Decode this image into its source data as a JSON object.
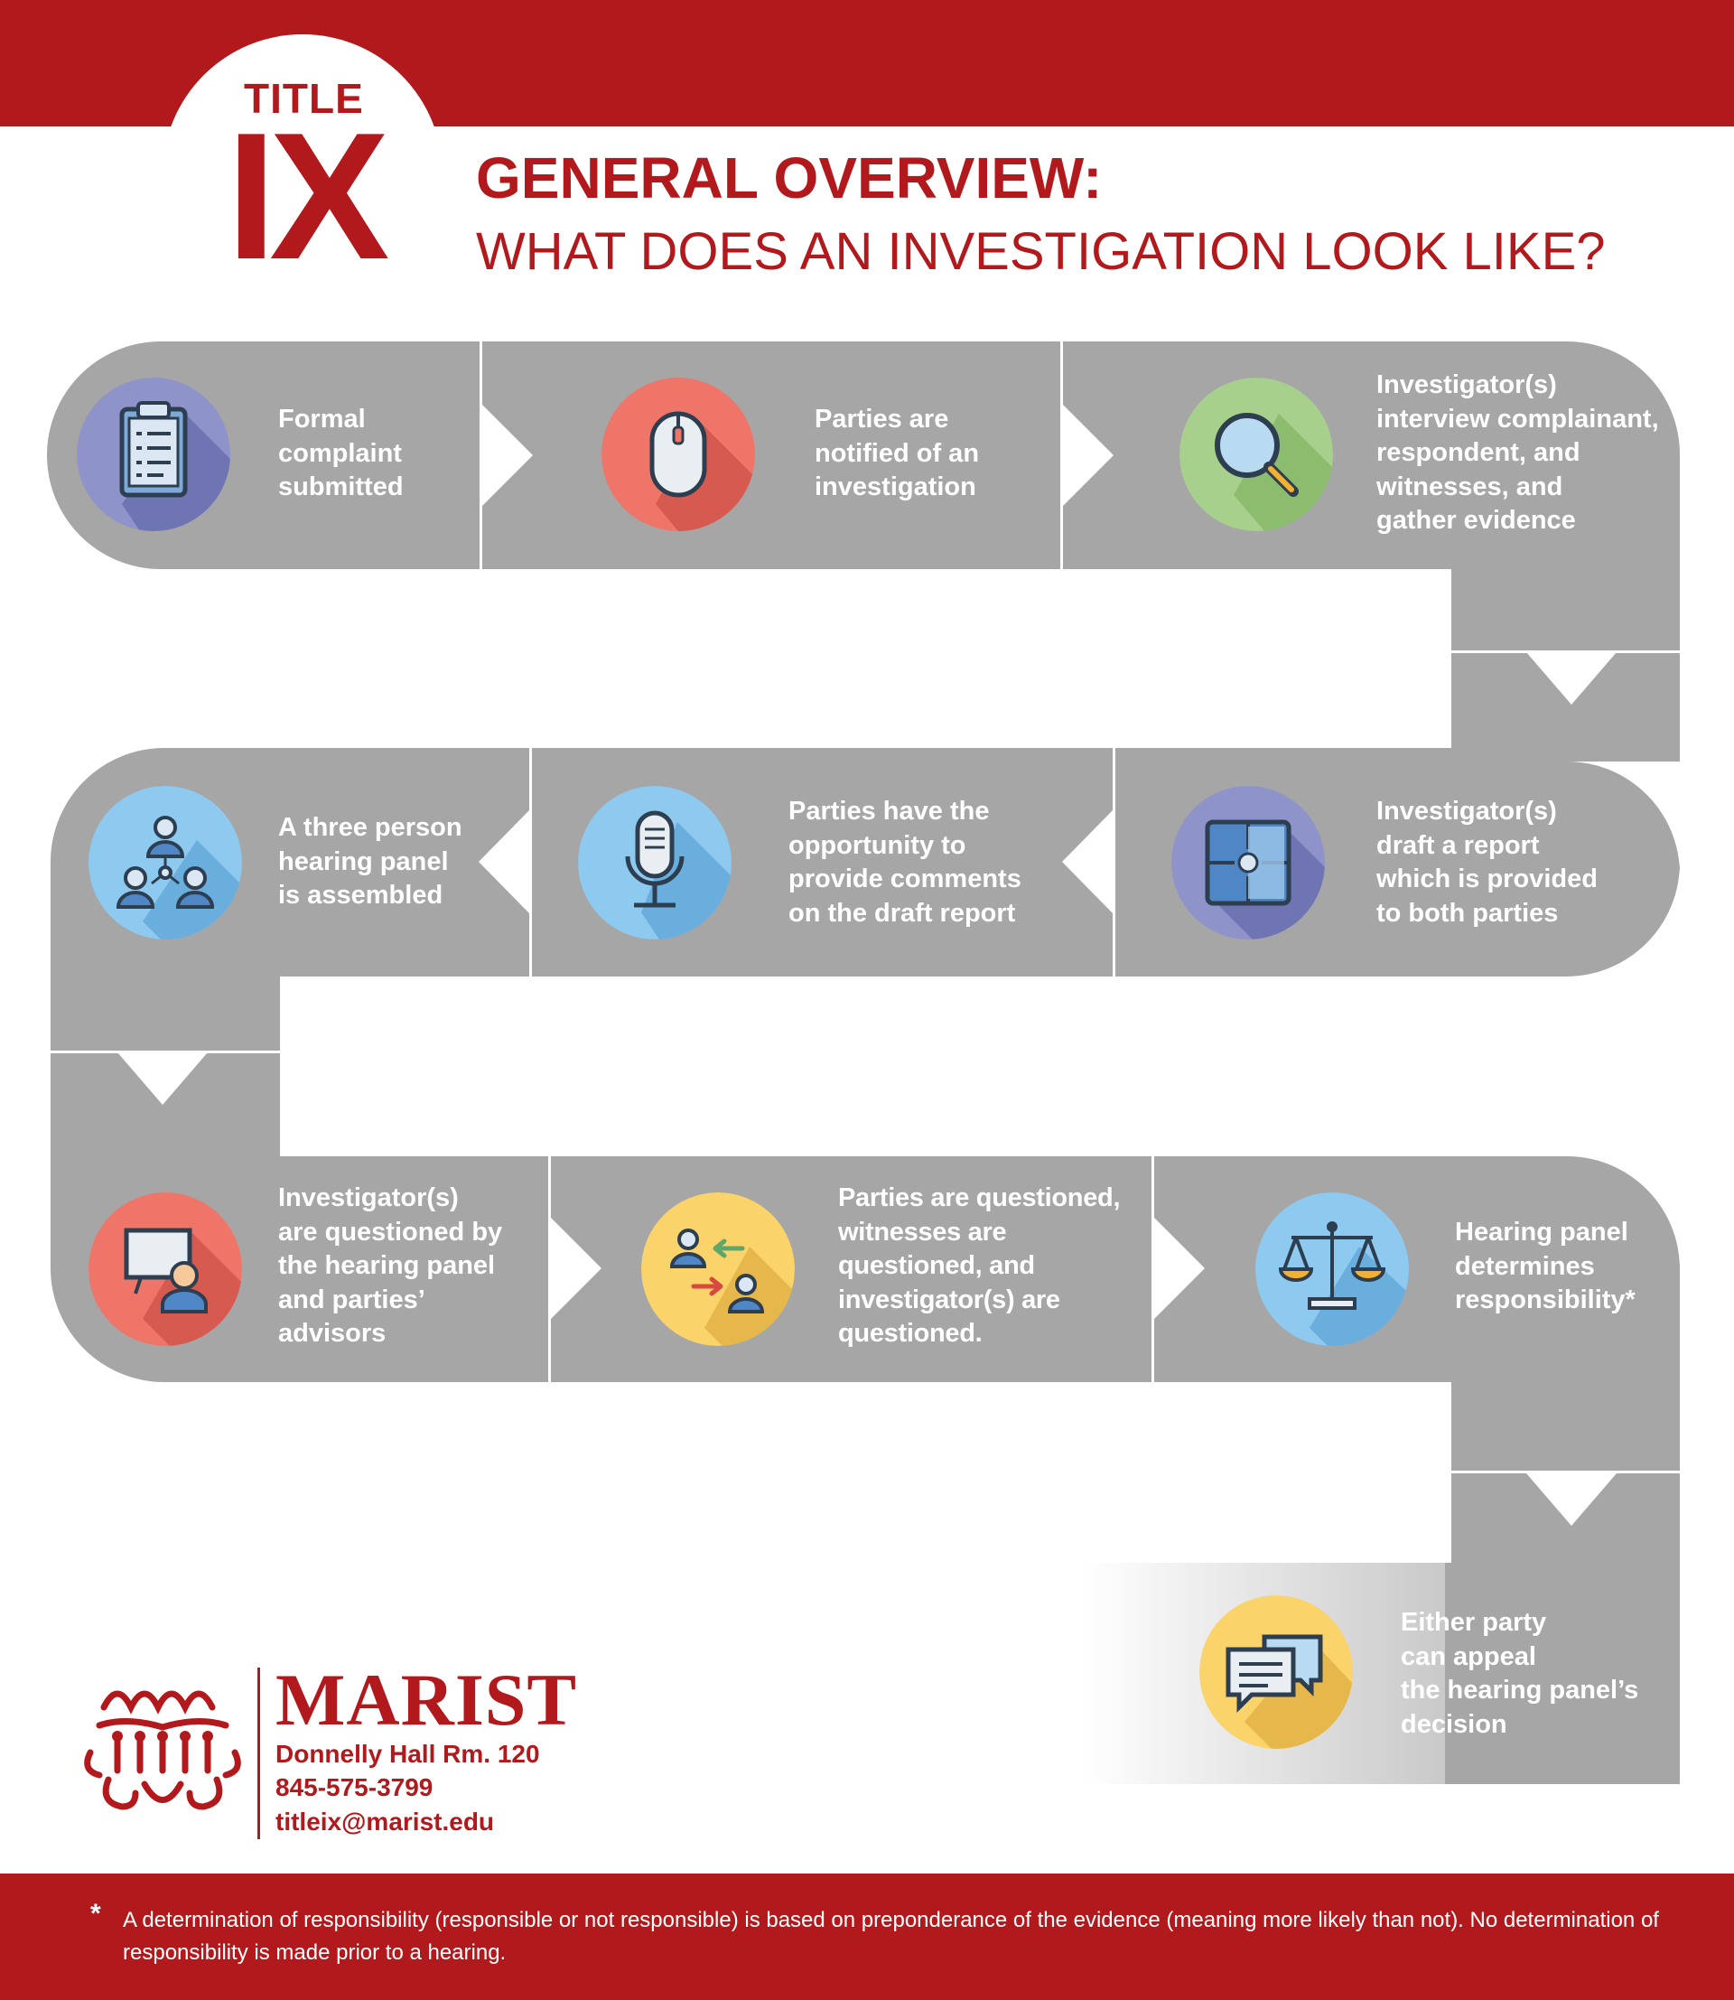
{
  "header": {
    "title_small": "TITLE",
    "title_big": "IX",
    "heading": "GENERAL OVERVIEW:",
    "subheading": "WHAT DOES AN INVESTIGATION LOOK LIKE?"
  },
  "colors": {
    "brand_red": "#b2191c",
    "path_gray": "#a6a6a6"
  },
  "steps": [
    {
      "text": "Formal\ncomplaint\nsubmitted",
      "icon": "clipboard-icon",
      "color": "#8e93c9"
    },
    {
      "text": "Parties are\nnotified of an\ninvestigation",
      "icon": "mouse-icon",
      "color": "#ef7569"
    },
    {
      "text": "Investigator(s)\ninterview complainant,\nrespondent, and\nwitnesses, and\ngather evidence",
      "icon": "magnifier-icon",
      "color": "#a8d08d"
    },
    {
      "text": "Investigator(s)\ndraft a report\nwhich is provided\nto both parties",
      "icon": "puzzle-icon",
      "color": "#8e93c9"
    },
    {
      "text": "Parties have the\nopportunity to\nprovide comments\non the draft report",
      "icon": "microphone-icon",
      "color": "#8ec9ef"
    },
    {
      "text": "A three person\nhearing panel\nis assembled",
      "icon": "team-icon",
      "color": "#8ec9ef"
    },
    {
      "text": "Investigator(s)\nare questioned by\nthe hearing panel\nand parties’\nadvisors",
      "icon": "presenter-icon",
      "color": "#ef7569"
    },
    {
      "text": "Parties are questioned,\nwitnesses are\nquestioned, and\ninvestigator(s) are\nquestioned.",
      "icon": "exchange-icon",
      "color": "#fbd36b"
    },
    {
      "text": "Hearing panel\ndetermines\nresponsibility*",
      "icon": "scales-icon",
      "color": "#8ec9ef"
    },
    {
      "text": "Either party\ncan appeal\nthe hearing panel’s\ndecision",
      "icon": "chat-icon",
      "color": "#fbd36b"
    }
  ],
  "contact": {
    "org": "MARIST",
    "room": "Donnelly Hall Rm. 120",
    "phone": "845-575-3799",
    "email": "titleix@marist.edu"
  },
  "footnote": {
    "marker": "*",
    "text": "A determination of responsibility (responsible or not responsible) is based on preponderance of the evidence (meaning more likely than not). No determination of responsibility is made prior to a hearing."
  }
}
